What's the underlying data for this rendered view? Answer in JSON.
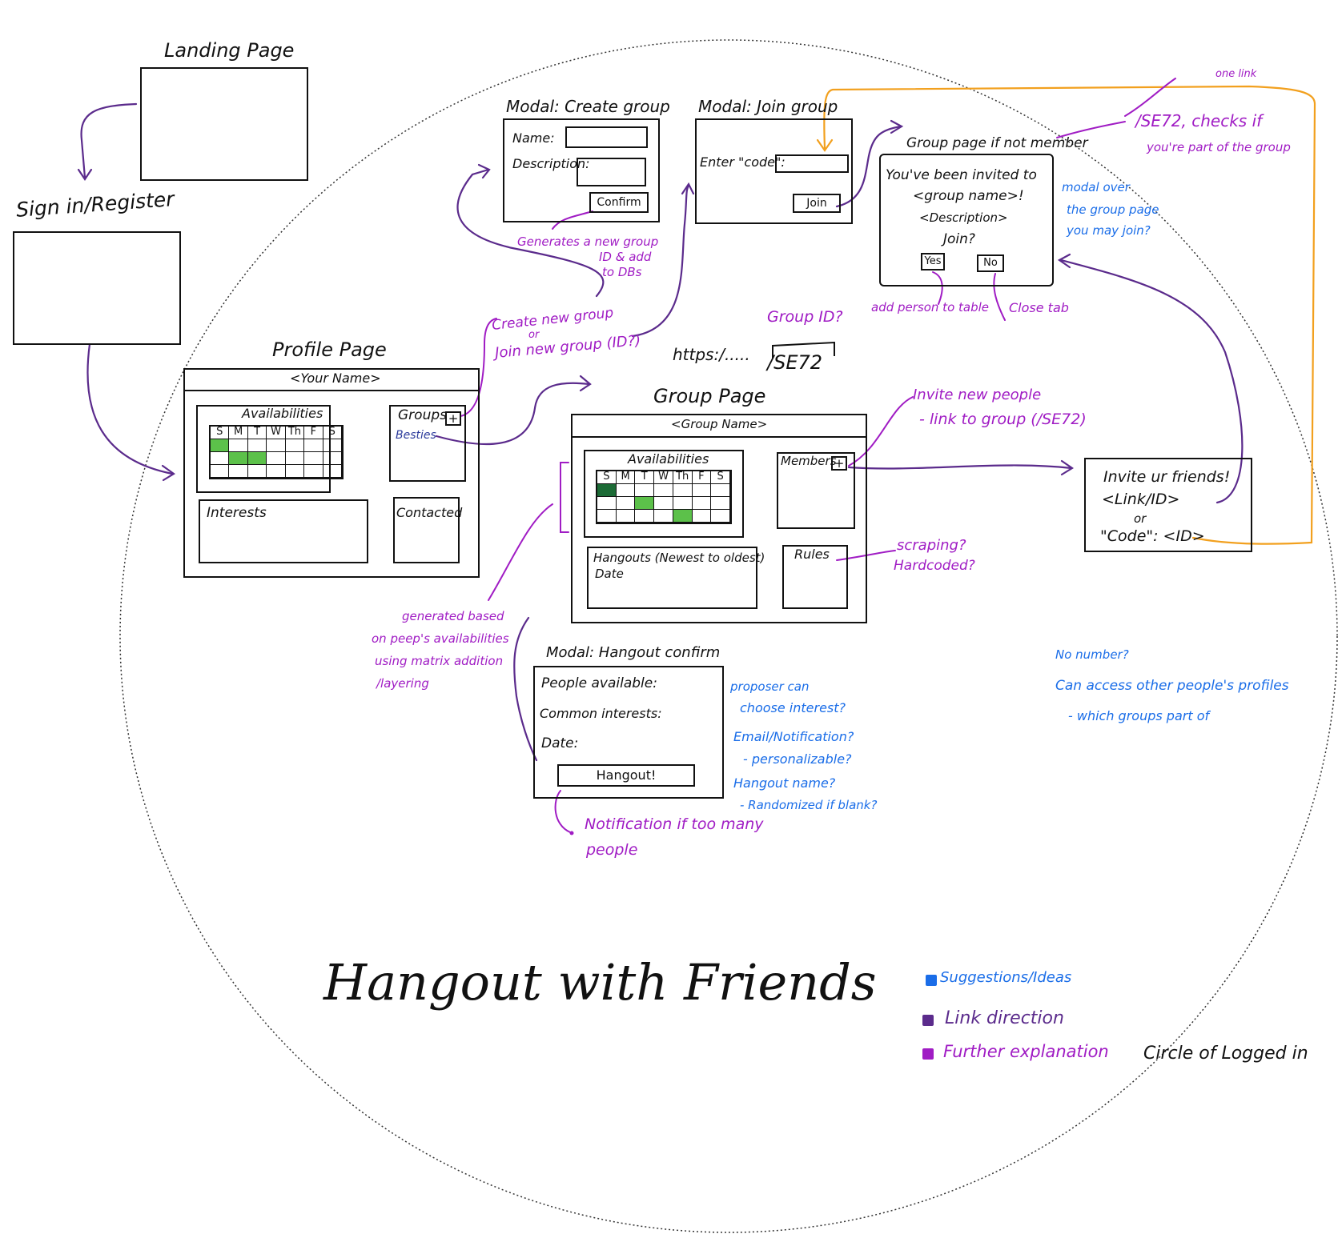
{
  "title": "Hangout with Friends",
  "landing": {
    "label": "Landing Page"
  },
  "signin": {
    "label": "Sign in/Register"
  },
  "profile": {
    "label": "Profile Page",
    "header": "<Your Name>",
    "availabilities": "Availabilities",
    "days": [
      "S",
      "M",
      "T",
      "W",
      "Th",
      "F",
      "S"
    ],
    "groups": "Groups",
    "group_item": "Besties",
    "interests": "Interests",
    "contacted": "Contacted"
  },
  "create_modal": {
    "label": "Modal: Create group",
    "name_label": "Name:",
    "desc_label": "Description:",
    "confirm": "Confirm"
  },
  "join_modal": {
    "label": "Modal: Join group",
    "code_label": "Enter \"code\":",
    "join": "Join"
  },
  "nonmember": {
    "label": "Group page if not member",
    "line1": "You've been invited to",
    "line2": "<group name>!",
    "line3": "<Description>",
    "line4": "Join?",
    "yes": "Yes",
    "no": "No"
  },
  "url": {
    "prefix": "https:/.....",
    "path": "/SE72",
    "note": "Group ID?"
  },
  "group_page": {
    "label": "Group Page",
    "header": "<Group Name>",
    "availabilities": "Availabilities",
    "days": [
      "S",
      "M",
      "T",
      "W",
      "Th",
      "F",
      "S"
    ],
    "members": "Members",
    "hangouts": "Hangouts (Newest to oldest)",
    "date": "Date",
    "rules": "Rules"
  },
  "invite": {
    "line1": "Invite ur friends!",
    "line2": "<Link/ID>",
    "line3": "or",
    "line4": "\"Code\": <ID>"
  },
  "hangout_modal": {
    "label": "Modal: Hangout confirm",
    "people": "People available:",
    "interests": "Common interests:",
    "date": "Date:",
    "button": "Hangout!"
  },
  "notes_purple": {
    "generates": [
      "Generates a new group",
      "ID & add",
      "to DBs"
    ],
    "create_join": [
      "Create new group",
      "or",
      "Join new group (ID?)"
    ],
    "add_person": "add person to table",
    "close_tab": "Close tab",
    "invite_new": [
      "Invite new people",
      "- link to group (/SE72)"
    ],
    "scraping": [
      "scraping?",
      "Hardcoded?"
    ],
    "generated": [
      "generated based",
      "on peep's availabilities",
      "using matrix addition",
      "/layering"
    ],
    "notification": [
      "Notification if too many",
      "people"
    ],
    "checks": [
      "/SE72, checks if",
      "you're part of the group"
    ],
    "one_link": "one link"
  },
  "notes_blue": {
    "modal_over": [
      "modal over",
      "the group page",
      "you may join?"
    ],
    "proposer": [
      "proposer can",
      "choose interest?",
      "Email/Notification?",
      "- personalizable?",
      "Hangout name?",
      "- Randomized if blank?"
    ],
    "no_number": "No number?",
    "can_access": [
      "Can access other people's profiles",
      "- which groups part of"
    ]
  },
  "legend": {
    "items": [
      {
        "label": "Suggestions/Ideas",
        "color": "#1a6de8"
      },
      {
        "label": "Link direction",
        "color": "#5b2b8c"
      },
      {
        "label": "Further explanation",
        "color": "#a01cc4"
      }
    ],
    "circle_note": "Circle of Logged in"
  },
  "colors": {
    "orange": "#f2a01e",
    "green": "#5cc14a",
    "darkgreen": "#1c6b36"
  }
}
